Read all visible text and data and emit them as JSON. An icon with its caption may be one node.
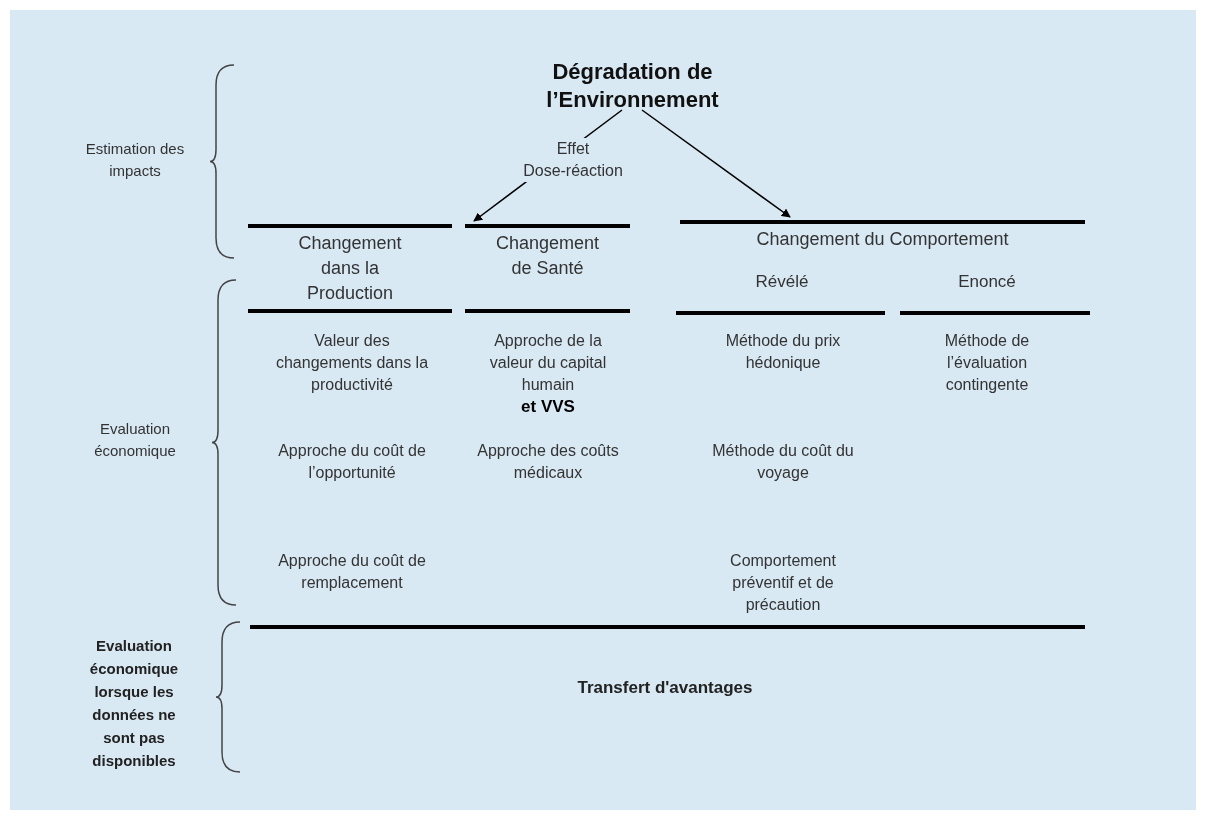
{
  "diagram": {
    "nodes": [
      {
        "text": [
          "Dégradation de l’Environnement"
        ]
      },
      {
        "text": [
          "Changement dans la Production"
        ]
      },
      {
        "text": [
          "Changement de Santé"
        ]
      },
      {
        "text": [
          "Changement du Comportement"
        ]
      }
    ],
    "edges": [
      {
        "from": 0,
        "to": 2,
        "arrow": "to",
        "label": "Effet Dose-réaction"
      },
      {
        "from": 0,
        "to": 3,
        "arrow": "to"
      }
    ],
    "labels": [
      "Estimation des impacts",
      "Révélé",
      "Enoncé",
      "Valeur des changements dans la productivité",
      "Approche de la valeur du capital humain **et VVS**",
      "Méthode du prix hédonique",
      "Méthode de l’évaluation contingente",
      "Evaluation économique",
      "Approche du coût de l’opportunité",
      "Approche des coûts médicaux",
      "Méthode du coût du voyage",
      "Approche du coût de remplacement",
      "Comportement préventif et de précaution",
      "Evaluation économique lorsque les données ne sont pas disponibles",
      "Transfert d'avantages"
    ]
  }
}
